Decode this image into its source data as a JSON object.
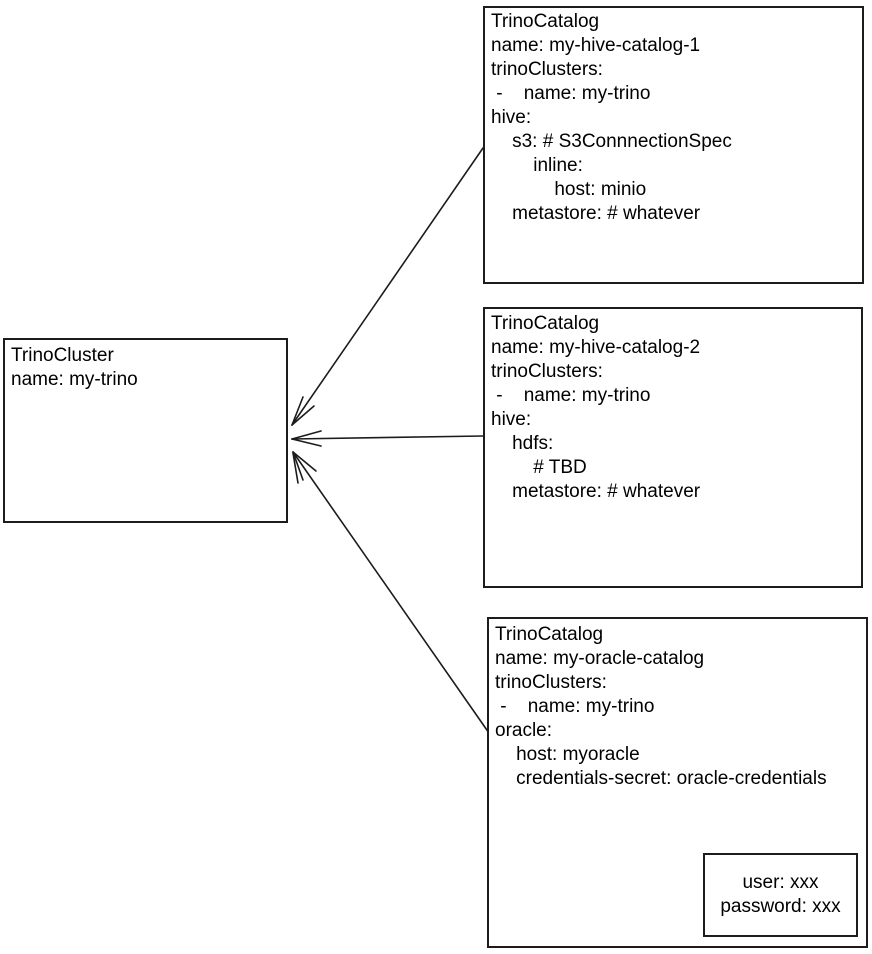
{
  "diagram": {
    "background_color": "#ffffff",
    "stroke_color": "#1c1c1c",
    "text_color": "#000000",
    "style": "hand-drawn sketch"
  },
  "boxes": {
    "cluster": {
      "kind": "TrinoCluster",
      "lines": [
        "TrinoCluster",
        "name: my-trino"
      ]
    },
    "catalog1": {
      "kind": "TrinoCatalog",
      "lines": [
        "TrinoCatalog",
        "name: my-hive-catalog-1",
        "trinoClusters:",
        " -    name: my-trino",
        "hive:",
        "    s3: # S3ConnnectionSpec",
        "        inline:",
        "            host: minio",
        "    metastore: # whatever"
      ]
    },
    "catalog2": {
      "kind": "TrinoCatalog",
      "lines": [
        "TrinoCatalog",
        "name: my-hive-catalog-2",
        "trinoClusters:",
        " -    name: my-trino",
        "hive:",
        "    hdfs:",
        "        # TBD",
        "    metastore: # whatever"
      ]
    },
    "catalog3": {
      "kind": "TrinoCatalog",
      "lines": [
        "TrinoCatalog",
        "name: my-oracle-catalog",
        "trinoClusters:",
        " -    name: my-trino",
        "oracle:",
        "    host: myoracle",
        "    credentials-secret: oracle-credentials"
      ]
    },
    "secret": {
      "kind": "Secret",
      "lines": [
        "user: xxx",
        "password: xxx"
      ]
    }
  },
  "connectors": [
    {
      "from": "my-hive-catalog-1",
      "to": "my-trino",
      "arrowhead": "at-cluster"
    },
    {
      "from": "my-hive-catalog-2",
      "to": "my-trino",
      "arrowhead": "at-cluster"
    },
    {
      "from": "my-oracle-catalog",
      "to": "my-trino",
      "arrowhead": "at-cluster"
    },
    {
      "from": "credentials-secret",
      "to": "oracle-credentials secret",
      "arrowhead": "at-secret"
    }
  ]
}
